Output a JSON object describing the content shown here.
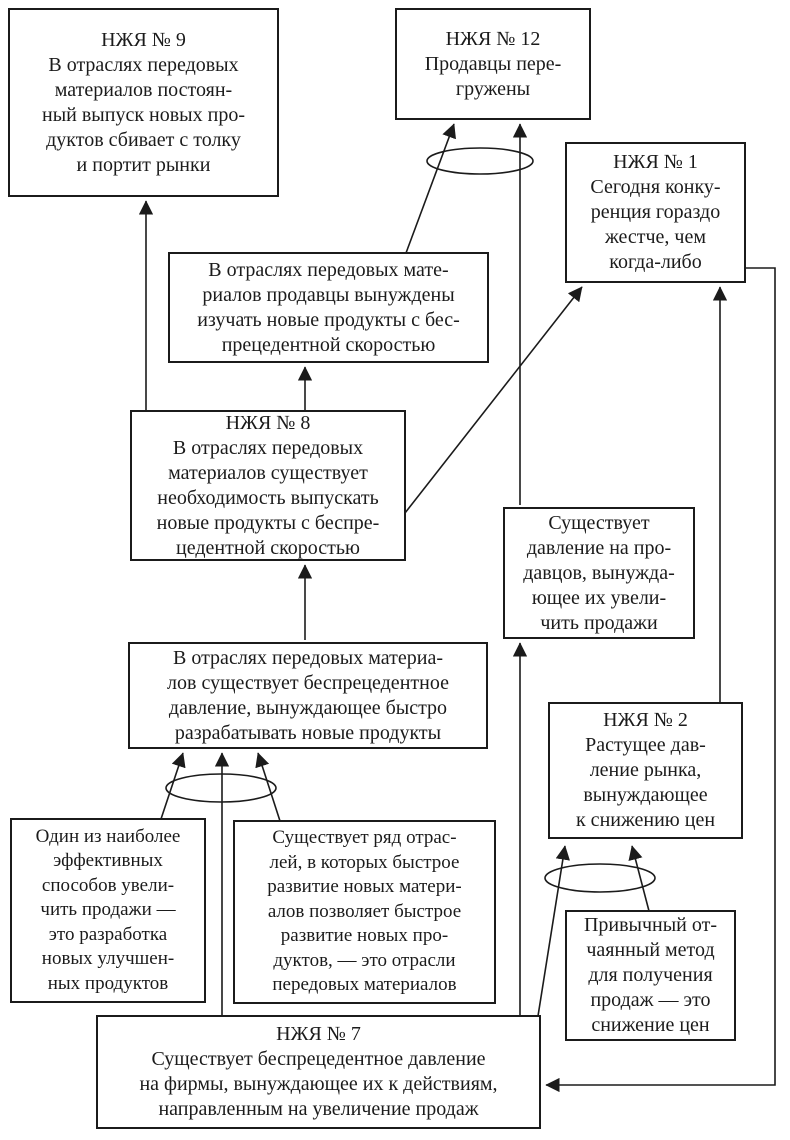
{
  "colors": {
    "ink": "#1b1b1b",
    "paper": "#ffffff"
  },
  "nodes": {
    "nja9": {
      "text": "НЖЯ № 9\nВ отраслях передовых\nматериалов постоян-\nный выпуск новых про-\nдуктов сбивает с толку\nи портит рынки"
    },
    "nja12": {
      "text": "НЖЯ № 12\nПродавцы пере-\nгружены"
    },
    "nja1": {
      "text": "НЖЯ № 1\nСегодня конку-\nренция гораздо\nжестче, чем\nкогда-либо"
    },
    "sellers_learn": {
      "text": "В отраслях передовых мате-\nриалов продавцы вынуждены\nизучать новые продукты с бес-\nпрецедентной скоростью"
    },
    "nja8": {
      "text": "НЖЯ № 8\nВ отраслях передовых\nматериалов существует\nнеобходимость выпускать\nновые продукты с беспре-\nцедентной скоростью"
    },
    "pressure_sellers": {
      "text": "Существует\nдавление на про-\nдавцов, вынужда-\nющее их увели-\nчить продажи"
    },
    "dev_pressure": {
      "text": "В отраслях передовых материа-\nлов существует беспрецедентное\nдавление, вынуждающее быстро\nразрабатывать новые продукты"
    },
    "nja2": {
      "text": "НЖЯ № 2\nРастущее дав-\nление рынка,\nвынуждающее\nк снижению цен"
    },
    "effective_way": {
      "text": "Один из наиболее\nэффективных\nспособов увели-\nчить продажи —\nэто разработка\nновых улучшен-\nных продуктов"
    },
    "industries": {
      "text": "Существует ряд отрас-\nлей, в которых быстрое\nразвитие новых матери-\nалов позволяет быстрое\nразвитие новых про-\nдуктов, — это отрасли\nпередовых материалов"
    },
    "price_cut": {
      "text": "Привычный от-\nчаянный метод\nдля получения\nпродаж — это\nснижение цен"
    },
    "nja7": {
      "text": "НЖЯ № 7\nСуществует беспрецедентное давление\nна фирмы, вынуждающее их к действиям,\nнаправленным на увеличение продаж"
    }
  },
  "edges": [
    {
      "from": "nja8",
      "to": "nja9"
    },
    {
      "from": "nja8",
      "to": "sellers_learn"
    },
    {
      "from": "sellers_learn",
      "to": "nja12",
      "via": "and-1"
    },
    {
      "from": "pressure_sellers",
      "to": "nja12",
      "via": "and-1"
    },
    {
      "from": "nja8",
      "to": "nja1"
    },
    {
      "from": "nja2",
      "to": "nja1"
    },
    {
      "from": "dev_pressure",
      "to": "nja8"
    },
    {
      "from": "effective_way",
      "to": "dev_pressure",
      "via": "and-2"
    },
    {
      "from": "nja7",
      "to": "dev_pressure",
      "via": "and-2"
    },
    {
      "from": "industries",
      "to": "dev_pressure",
      "via": "and-2"
    },
    {
      "from": "nja7",
      "to": "pressure_sellers"
    },
    {
      "from": "nja7",
      "to": "nja2",
      "via": "and-3"
    },
    {
      "from": "price_cut",
      "to": "nja2",
      "via": "and-3"
    },
    {
      "from": "nja1",
      "to": "nja7"
    }
  ],
  "and_connectors": [
    {
      "id": "and-1",
      "joins": [
        "sellers_learn",
        "pressure_sellers"
      ],
      "into": "nja12"
    },
    {
      "id": "and-2",
      "joins": [
        "effective_way",
        "nja7",
        "industries"
      ],
      "into": "dev_pressure"
    },
    {
      "id": "and-3",
      "joins": [
        "nja7",
        "price_cut"
      ],
      "into": "nja2"
    }
  ]
}
